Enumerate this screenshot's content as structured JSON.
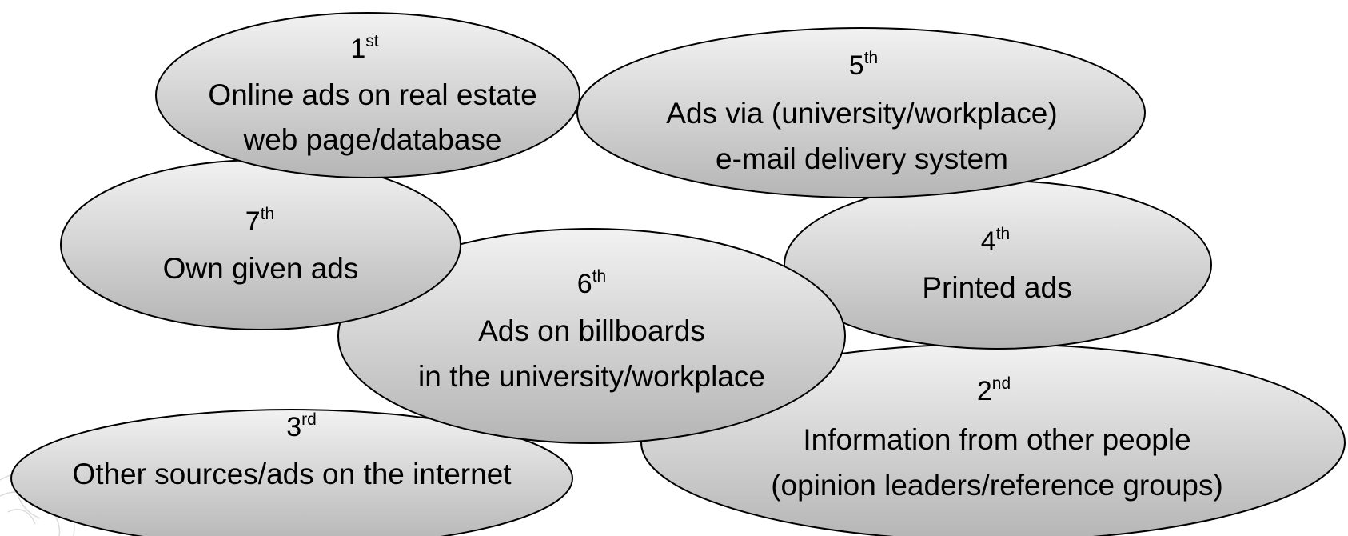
{
  "colors": {
    "ellipse_fill_top": "#f2f2f2",
    "ellipse_fill_bottom": "#b5b5b5",
    "outline": "#000000",
    "text": "#000000"
  },
  "bubbles": {
    "third": {
      "rank_num": "3",
      "rank_suffix": "rd",
      "lines": [
        "Other sources/ads on the internet"
      ]
    },
    "second": {
      "rank_num": "2",
      "rank_suffix": "nd",
      "lines": [
        "Information from other people",
        "(opinion leaders/reference groups)"
      ]
    },
    "fourth": {
      "rank_num": "4",
      "rank_suffix": "th",
      "lines": [
        "Printed ads"
      ]
    },
    "sixth": {
      "rank_num": "6",
      "rank_suffix": "th",
      "lines": [
        "Ads on billboards",
        "in the university/workplace"
      ]
    },
    "seventh": {
      "rank_num": "7",
      "rank_suffix": "th",
      "lines": [
        "Own given ads"
      ]
    },
    "fifth": {
      "rank_num": "5",
      "rank_suffix": "th",
      "lines": [
        "Ads via (university/workplace)",
        "e-mail delivery  system"
      ]
    },
    "first": {
      "rank_num": "1",
      "rank_suffix": "st",
      "lines": [
        "Online ads on real estate",
        "web page/database"
      ]
    }
  }
}
